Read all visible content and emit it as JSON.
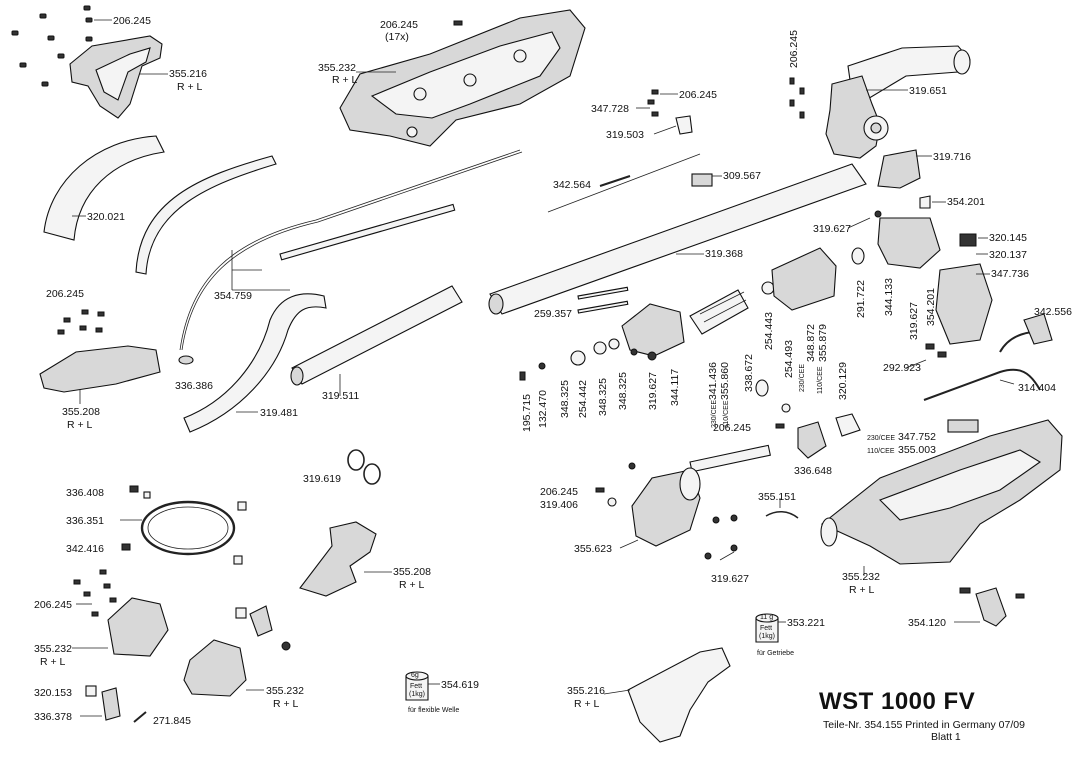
{
  "title": "WST 1000 FV",
  "subtitle": "Teile-Nr. 354.155  Printed in Germany 07/09",
  "sheet": "Blatt 1",
  "labels": {
    "p206245_a": "206.245",
    "p355216_a": "355.216",
    "p355216_a_rl": "R + L",
    "p206245_top": "206.245",
    "p206245_top_q": "(17x)",
    "p355232_top": "355.232",
    "p355232_top_rl": "R + L",
    "p206245_v": "206.245",
    "p319651": "319.651",
    "p206245_b": "206.245",
    "p347728": "347.728",
    "p319503": "319.503",
    "p319716": "319.716",
    "p320021": "320.021",
    "p342564": "342.564",
    "p309567": "309.567",
    "p354201_a": "354.201",
    "p319627_a": "319.627",
    "p320145": "320.145",
    "p320137": "320.137",
    "p319368": "319.368",
    "p347736": "347.736",
    "p206245_c": "206.245",
    "p354759": "354.759",
    "p259357": "259.357",
    "p291722": "291.722",
    "p344133": "344.133",
    "p319627_b": "319.627",
    "p354201_b": "354.201",
    "p342556": "342.556",
    "p254443": "254.443",
    "p341436": "341.436",
    "p355860": "355.860",
    "p341436_v": "230/CEE",
    "p355860_v": "110/CEE",
    "p348872": "348.872",
    "p355879": "355.879",
    "p348872_v": "230/CEE",
    "p355879_v": "110/CEE",
    "p254493": "254.493",
    "p338672": "338.672",
    "p320129": "320.129",
    "p292923": "292.923",
    "p314404": "314.404",
    "p355208_a": "355.208",
    "p355208_a_rl": "R + L",
    "p336386": "336.386",
    "p319481": "319.481",
    "p319511": "319.511",
    "p195715": "195.715",
    "p132470": "132.470",
    "p348325_a": "348.325",
    "p254442": "254.442",
    "p348325_b": "348.325",
    "p348325_c": "348.325",
    "p319627_c": "319.627",
    "p344117": "344.117",
    "p206245_d": "206.245",
    "p336648": "336.648",
    "p347752": "347.752",
    "p355003": "355.003",
    "p347752_v": "230/CEE",
    "p355003_v": "110/CEE",
    "p319619": "319.619",
    "p336408": "336.408",
    "p336351": "336.351",
    "p342416": "342.416",
    "p206245_e": "206.245",
    "p319406": "319.406",
    "p355151": "355.151",
    "p355623": "355.623",
    "p319627_d": "319.627",
    "p355208_b": "355.208",
    "p355208_b_rl": "R + L",
    "p355232_r": "355.232",
    "p355232_r_rl": "R + L",
    "p206245_f": "206.245",
    "p355232_l": "355.232",
    "p355232_l_rl": "R + L",
    "p354120": "354.120",
    "p353221": "353.221",
    "jar_353221": "für Getriebe",
    "jar_353221_cap": "Fett",
    "jar_353221_amt": "(1kg)",
    "jar_353221_top": "11 g",
    "p320153": "320.153",
    "p355232_b": "355.232",
    "p355232_b_rl": "R + L",
    "p354619": "354.619",
    "jar_354619": "für flexible Welle",
    "jar_354619_cap": "Fett",
    "jar_354619_amt": "(1kg)",
    "jar_354619_top": "6g",
    "p355216_b": "355.216",
    "p355216_b_rl": "R + L",
    "p336378": "336.378",
    "p271845": "271.845"
  }
}
